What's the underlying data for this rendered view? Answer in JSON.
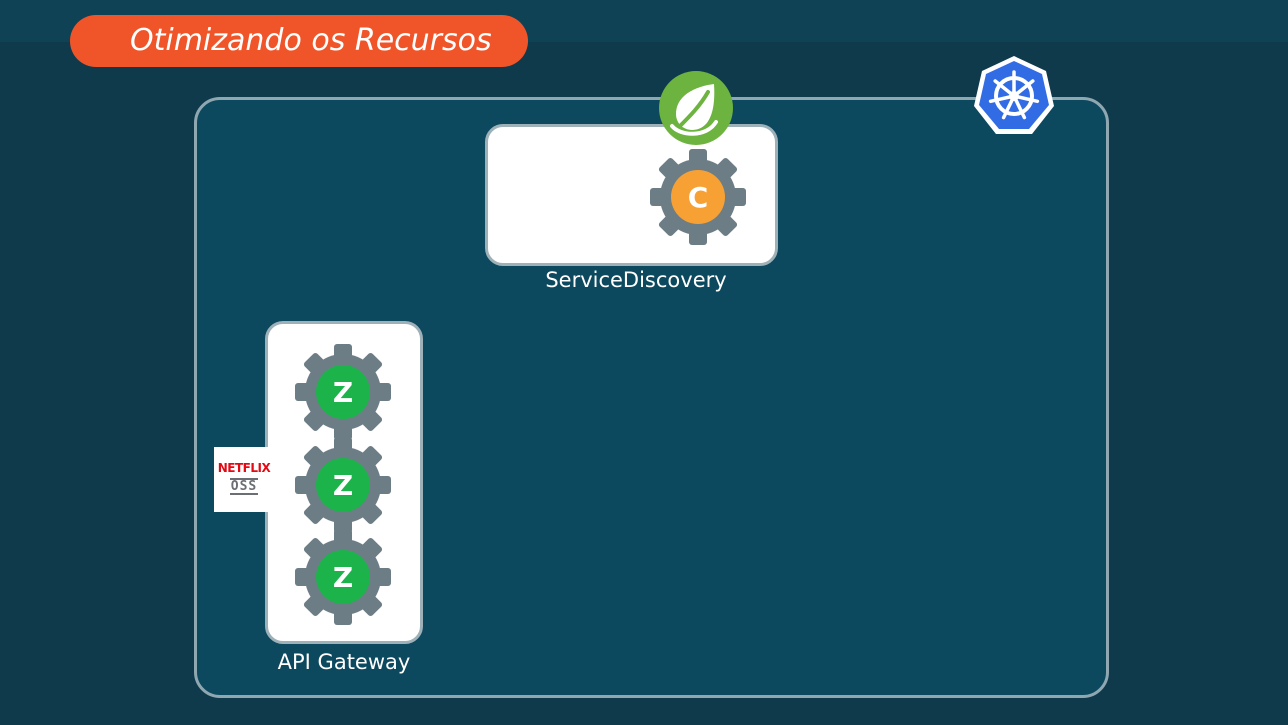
{
  "title": "Otimizando os Recursos",
  "colors": {
    "background": "#0f3a4b",
    "title_pill": "#f0552a",
    "cluster_fill": "#0c485e",
    "cluster_border": "#8fa7b1",
    "gear": "#6d7d86",
    "config_badge": "#f7a134",
    "zuul_badge": "#1db34b",
    "spring": "#6db33f",
    "kubernetes": "#326ce5",
    "netflix_red": "#e50914"
  },
  "icons": [
    "kubernetes-icon",
    "spring-icon",
    "gear-icon",
    "netflix-oss-logo"
  ],
  "service_discovery": {
    "label": "ServiceDiscovery",
    "gear_letter": "C"
  },
  "api_gateway": {
    "label": "API Gateway",
    "gears": [
      {
        "letter": "Z"
      },
      {
        "letter": "Z"
      },
      {
        "letter": "Z"
      }
    ],
    "badge_name": "NETFLIX",
    "badge_sub": "OSS"
  }
}
